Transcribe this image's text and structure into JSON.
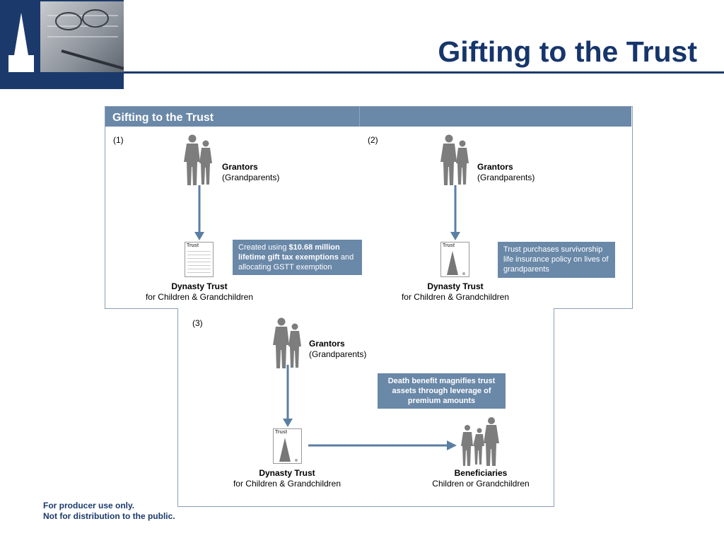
{
  "header": {
    "title": "Gifting to the Trust"
  },
  "panel": {
    "title": "Gifting to the Trust"
  },
  "steps": {
    "one": {
      "number": "(1)",
      "grantors_title": "Grantors",
      "grantors_sub": "(Grandparents)",
      "callout_prefix": "Created using ",
      "callout_bold": "$10.68 million lifetime gift tax exemptions",
      "callout_suffix": "and allocating GSTT exemption",
      "trust_title": "Dynasty Trust",
      "trust_sub": "for Children & Grandchildren",
      "doc_label": "Trust"
    },
    "two": {
      "number": "(2)",
      "grantors_title": "Grantors",
      "grantors_sub": "(Grandparents)",
      "callout": "Trust purchases survivorship life insurance policy on lives of grandparents",
      "trust_title": "Dynasty Trust",
      "trust_sub": "for Children & Grandchildren",
      "doc_label": "Trust"
    },
    "three": {
      "number": "(3)",
      "grantors_title": "Grantors",
      "grantors_sub": "(Grandparents)",
      "callout": "Death benefit magnifies trust assets through leverage of premium amounts",
      "trust_title": "Dynasty Trust",
      "trust_sub": "for Children & Grandchildren",
      "beneficiaries_title": "Beneficiaries",
      "beneficiaries_sub": "Children or Grandchildren",
      "doc_label": "Trust"
    }
  },
  "footer": {
    "line1": "For producer use only.",
    "line2": "Not for distribution to the public."
  },
  "colors": {
    "navy": "#1b3a6b",
    "steel_blue": "#6a88a8",
    "arrow": "#5b7ea3",
    "silhouette": "#7d7d7d"
  }
}
